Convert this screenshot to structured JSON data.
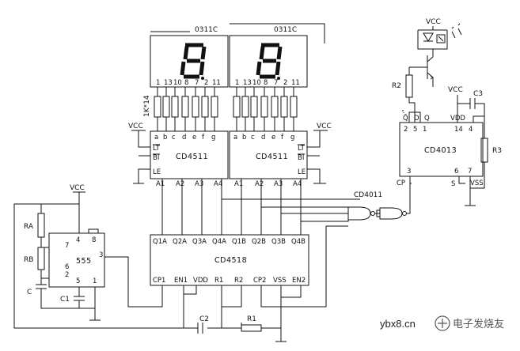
{
  "displays": {
    "left": {
      "label": "0311C",
      "pins": [
        "1",
        "13",
        "10",
        "8",
        "7",
        "2",
        "11"
      ]
    },
    "right": {
      "label": "0311C",
      "pins": [
        "1",
        "13",
        "10",
        "8",
        "7",
        "2",
        "11"
      ]
    }
  },
  "resistor_array_label": "1K*14",
  "cd4511_left": {
    "name": "CD4511",
    "segments": [
      "a",
      "b",
      "c",
      "d",
      "e",
      "f",
      "g"
    ],
    "ctrl": [
      "LT",
      "BI",
      "LE"
    ],
    "inputs": [
      "A1",
      "A2",
      "A3",
      "A4"
    ]
  },
  "cd4511_right": {
    "name": "CD4511",
    "segments": [
      "a",
      "b",
      "c",
      "d",
      "e",
      "f",
      "g"
    ],
    "ctrl": [
      "LT",
      "BI",
      "LE"
    ],
    "inputs": [
      "A1",
      "A2",
      "A3",
      "A4"
    ]
  },
  "vcc": "VCC",
  "cd4013": {
    "name": "CD4013",
    "top_labels": [
      "Q̄",
      "D",
      "Q"
    ],
    "top_pins": [
      "2",
      "5",
      "1"
    ],
    "vdd": "VDD",
    "vdd_pins": [
      "14",
      "4"
    ],
    "bottom_labels": [
      "CP",
      "S",
      "VSS"
    ],
    "bottom_pins": [
      "3",
      "6",
      "7"
    ]
  },
  "cd4011": {
    "name": "CD4011"
  },
  "cd4518": {
    "name": "CD4518",
    "top_pins": [
      "Q1A",
      "Q2A",
      "Q3A",
      "Q4A",
      "Q1B",
      "Q2B",
      "Q3B",
      "Q4B"
    ],
    "bottom_pins": [
      "CP1",
      "EN1",
      "VDD",
      "R1",
      "R2",
      "CP2",
      "VSS",
      "EN2"
    ]
  },
  "timer555": {
    "name": "555",
    "pins": [
      "4",
      "8",
      "7",
      "3",
      "6",
      "2",
      "5",
      "1"
    ]
  },
  "components": {
    "ra": "RA",
    "rb": "RB",
    "c": "C",
    "c1": "C1",
    "c2": "C2",
    "r1": "R1",
    "r2": "R2",
    "r3": "R3",
    "c3": "C3"
  },
  "watermark": {
    "site": "ybx8.cn",
    "brand": "电子发烧友"
  }
}
